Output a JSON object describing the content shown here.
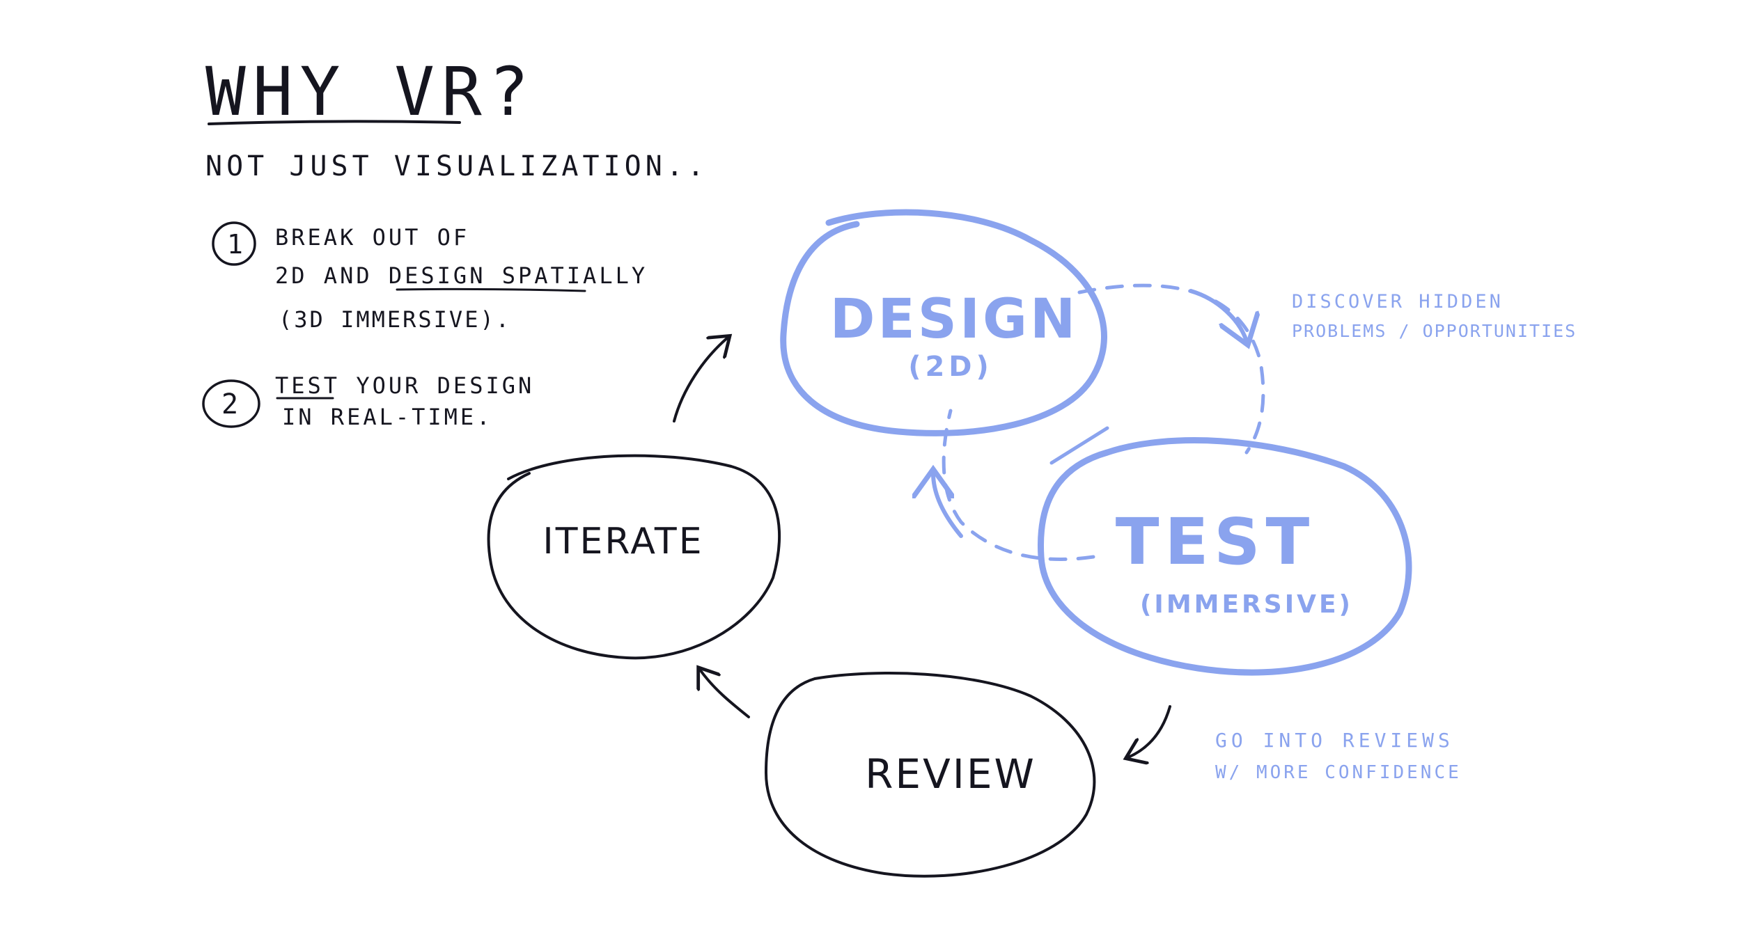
{
  "header": {
    "title": "WHY VR?",
    "subtitle": "NOT JUST VISUALIZATION.."
  },
  "points": [
    {
      "number": "1",
      "lines": [
        "BREAK OUT OF",
        "2D AND DESIGN SPATIALLY",
        "(3D IMMERSIVE)."
      ]
    },
    {
      "number": "2",
      "lines": [
        "TEST YOUR DESIGN",
        "IN REAL-TIME."
      ]
    }
  ],
  "nodes": {
    "design": {
      "label": "DESIGN",
      "sub": "(2D)"
    },
    "test": {
      "label": "TEST",
      "sub": "(IMMERSIVE)"
    },
    "review": {
      "label": "REVIEW"
    },
    "iterate": {
      "label": "ITERATE"
    }
  },
  "notes": {
    "discover": [
      "DISCOVER HIDDEN",
      "PROBLEMS / OPPORTUNITIES"
    ],
    "reviews": [
      "GO INTO REVIEWS",
      "W/ MORE CONFIDENCE"
    ]
  },
  "colors": {
    "ink": "#15151f",
    "accent": "#8aa3ee"
  }
}
